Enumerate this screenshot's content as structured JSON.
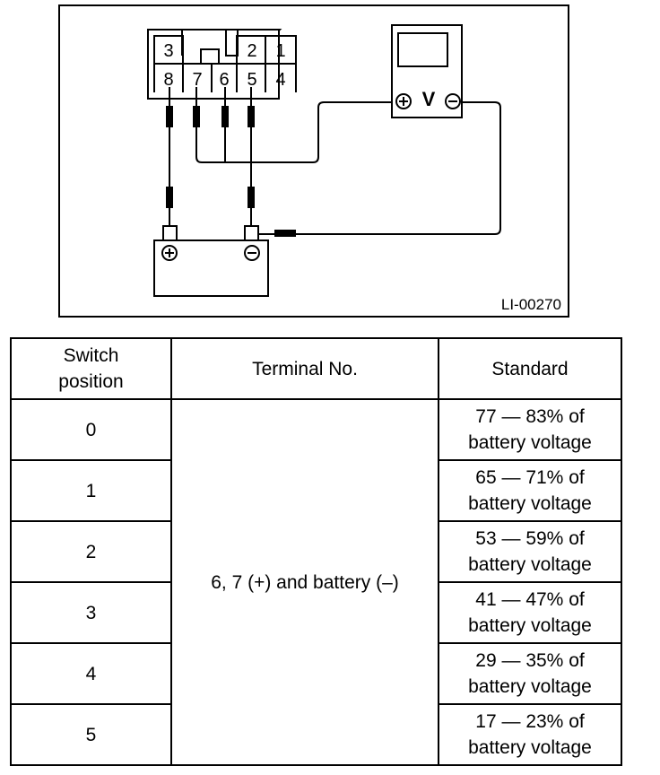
{
  "diagram": {
    "figure_id": "LI-00270",
    "connector_terminals": [
      "3",
      "2",
      "1",
      "8",
      "7",
      "6",
      "5",
      "4"
    ],
    "voltmeter_label": "V",
    "plus_symbol": "+",
    "minus_symbol": "−"
  },
  "table": {
    "headers": {
      "switch_line1": "Switch",
      "switch_line2": "position",
      "terminal": "Terminal No.",
      "standard": "Standard"
    },
    "terminal_value": "6, 7 (+) and battery (–)",
    "rows": [
      {
        "position": "0",
        "range": "77 — 83% of",
        "unit": "battery voltage"
      },
      {
        "position": "1",
        "range": "65 — 71% of",
        "unit": "battery voltage"
      },
      {
        "position": "2",
        "range": "53 — 59% of",
        "unit": "battery voltage"
      },
      {
        "position": "3",
        "range": "41 — 47% of",
        "unit": "battery voltage"
      },
      {
        "position": "4",
        "range": "29 — 35% of",
        "unit": "battery voltage"
      },
      {
        "position": "5",
        "range": "17 — 23% of",
        "unit": "battery voltage"
      }
    ]
  }
}
